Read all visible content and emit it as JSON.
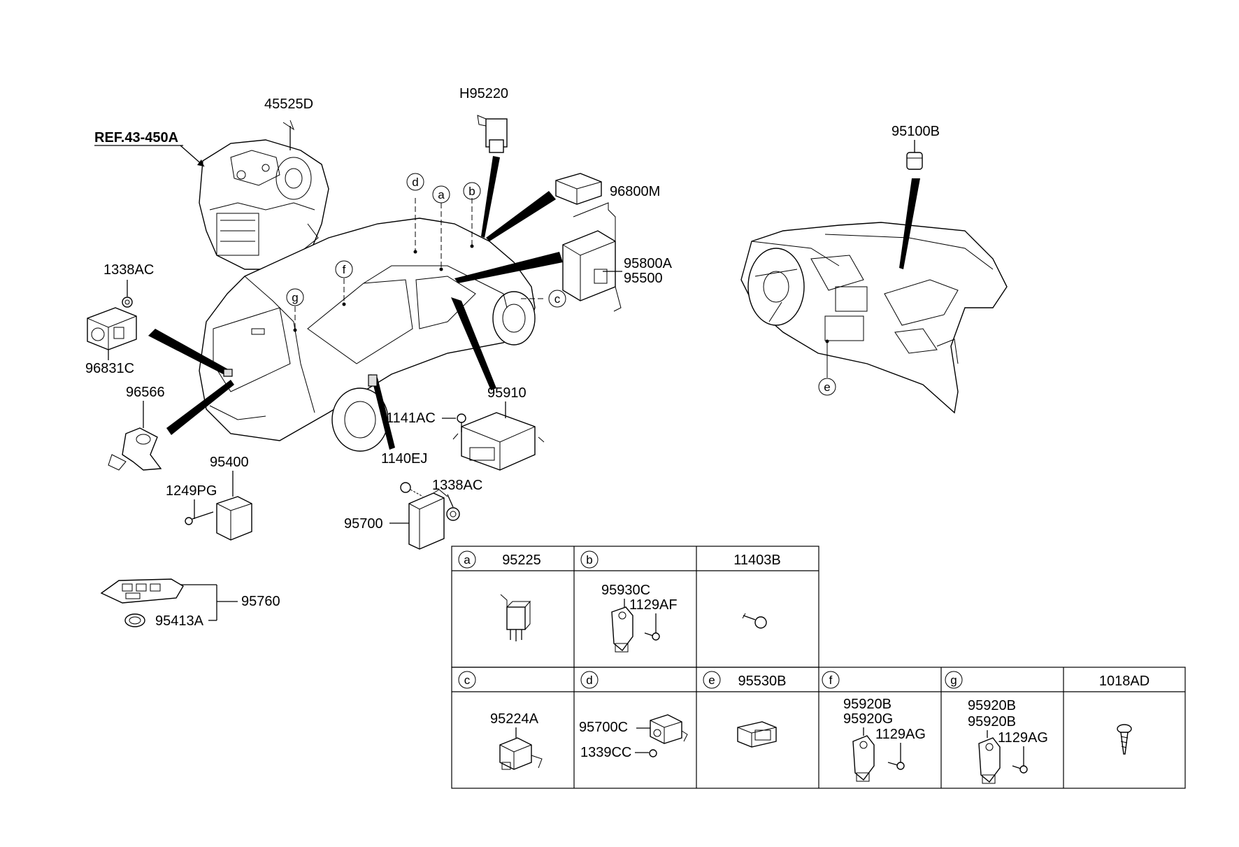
{
  "labels": {
    "ref": "REF.43-450A",
    "p45525D": "45525D",
    "pH95220": "H95220",
    "p96800M": "96800M",
    "p95800A": "95800A",
    "p95500": "95500",
    "p95100B": "95100B",
    "p1338AC_a": "1338AC",
    "p96831C": "96831C",
    "p96566": "96566",
    "p95910": "95910",
    "p1141AC": "1141AC",
    "p1140EJ": "1140EJ",
    "p1338AC_b": "1338AC",
    "p95400": "95400",
    "p1249PG": "1249PG",
    "p95700": "95700",
    "p95760": "95760",
    "p95413A": "95413A"
  },
  "callouts": {
    "a": "a",
    "b": "b",
    "c": "c",
    "d": "d",
    "e": "e",
    "f": "f",
    "g": "g"
  },
  "table": {
    "row1": [
      {
        "letter": "a",
        "part": "95225"
      },
      {
        "letter": "b",
        "part": "",
        "items": [
          "95930C",
          "1129AF"
        ]
      },
      {
        "letter": "",
        "part": "11403B"
      }
    ],
    "row2": [
      {
        "letter": "c",
        "part": "",
        "items": [
          "95224A"
        ]
      },
      {
        "letter": "d",
        "part": "",
        "items": [
          "95700C",
          "1339CC"
        ]
      },
      {
        "letter": "e",
        "part": "95530B"
      },
      {
        "letter": "f",
        "part": "",
        "items": [
          "95920B",
          "95920G",
          "1129AG"
        ]
      },
      {
        "letter": "g",
        "part": "",
        "items": [
          "95920B",
          "95920B",
          "1129AG"
        ]
      },
      {
        "letter": "",
        "part": "1018AD"
      }
    ]
  }
}
